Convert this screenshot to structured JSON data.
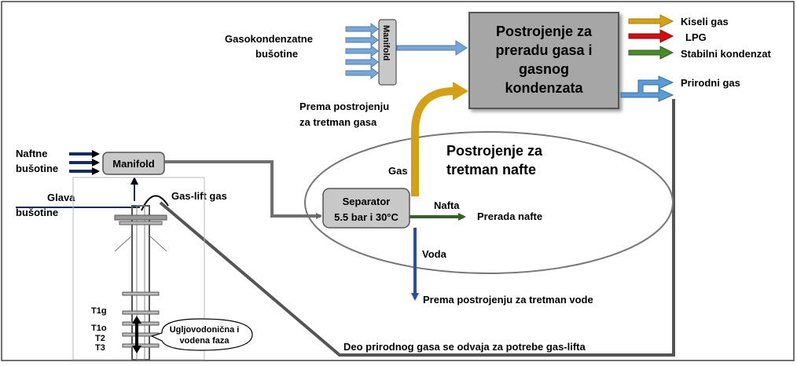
{
  "gas_wells": [
    "Gasokondenzatne",
    "bušotine"
  ],
  "manifold_vertical": "Manifold",
  "plant_title": [
    "Postrojenje za",
    "preradu gasa i",
    "gasnog",
    "kondenzata"
  ],
  "products": {
    "sour_gas": "Kiseli gas",
    "lpg": "LPG",
    "stable_condensate": "Stabilni kondenzat",
    "natural_gas": "Prirodni gas"
  },
  "to_gas_treatment": [
    "Prema postrojenju",
    "za tretman gasa"
  ],
  "oil_plant_title": [
    "Postrojenje za",
    "tretman nafte"
  ],
  "oil_wells": [
    "Naftne",
    "bušotine"
  ],
  "manifold": "Manifold",
  "wellhead": [
    "Glava",
    "bušotine"
  ],
  "gas_lift": "Gas-lift gas",
  "gas_label": "Gas",
  "separator": [
    "Separator",
    "5.5 bar i 30°C"
  ],
  "oil_label": "Nafta",
  "oil_processing": "Prerada nafte",
  "water_label": "Voda",
  "water_treatment": "Prema postrojenju za tretman vode",
  "well_markers": [
    "T1g",
    "T1o",
    "T2",
    "T3"
  ],
  "callout": [
    "Ugljovodonična i",
    "vodena faza"
  ],
  "gas_lift_note": "Deo prirodnog gasa se odvaja za potrebe gas-lifta",
  "colors": {
    "sour_gas": "#d4a017",
    "lpg": "#d01010",
    "condensate": "#4a8a2a",
    "natural_gas": "#5b9bd5",
    "flow_gray": "#707070",
    "oil_green": "#3a5f2a",
    "water_blue": "#2c4f9a",
    "plant_fill": "#a6a6a6"
  }
}
